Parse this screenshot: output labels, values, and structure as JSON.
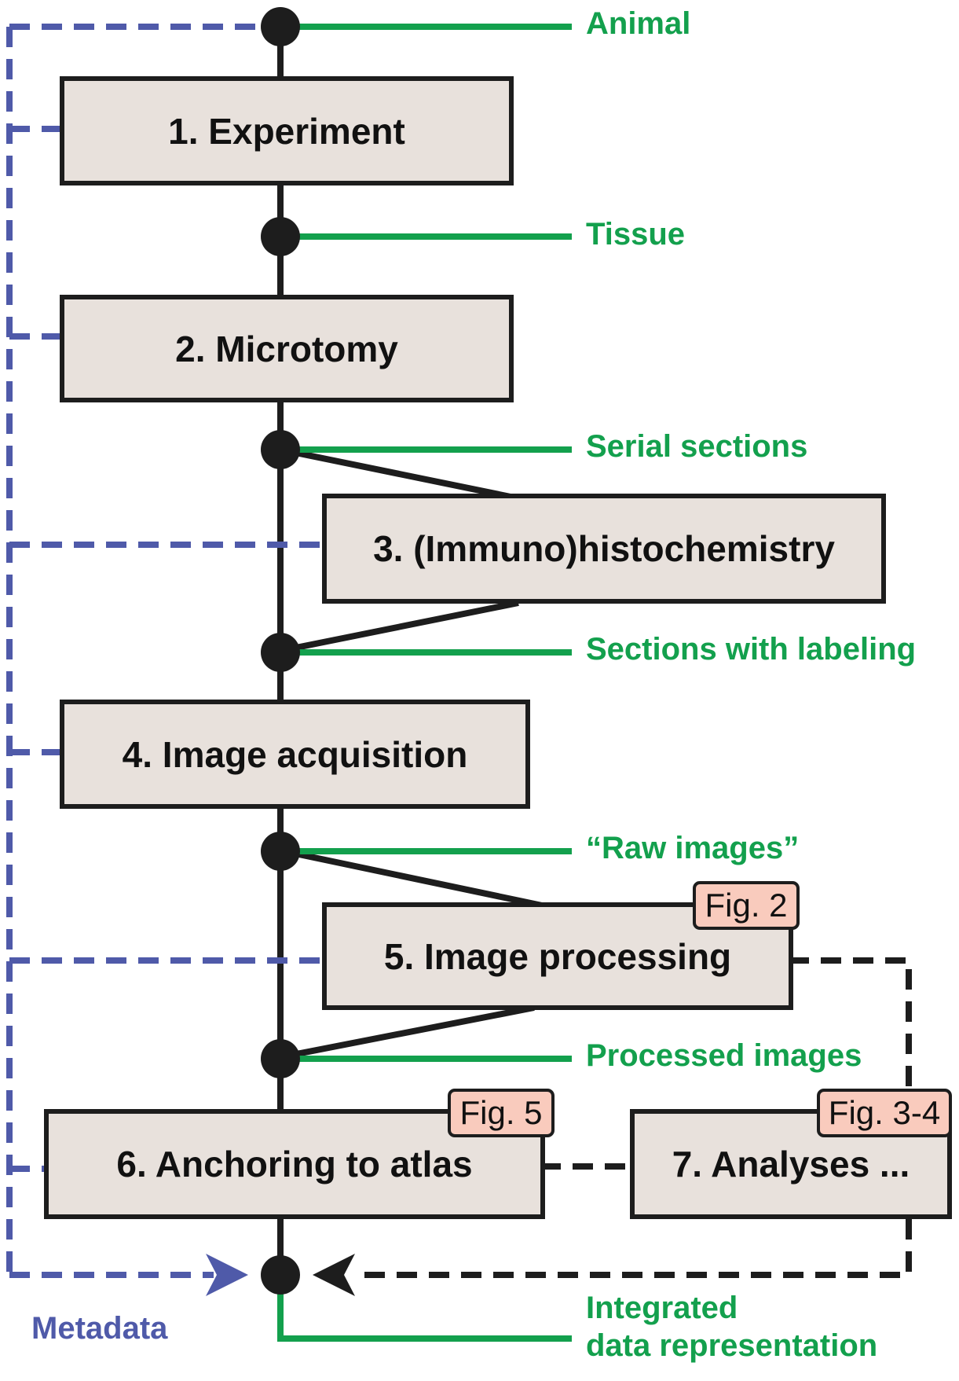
{
  "colors": {
    "process": "#1d1d1d",
    "output": "#13a04d",
    "metadata": "#4f5aa9",
    "box_fill": "#e8e1dc",
    "figure_tag_fill": "#f9cbbd"
  },
  "steps": [
    {
      "label": "1. Experiment"
    },
    {
      "label": "2. Microtomy"
    },
    {
      "label": "3. (Immuno)histochemistry"
    },
    {
      "label": "4. Image acquisition"
    },
    {
      "label": "5. Image processing",
      "figure_ref": "Fig. 2"
    },
    {
      "label": "6. Anchoring to atlas",
      "figure_ref": "Fig. 5"
    },
    {
      "label": "7. Analyses ...",
      "figure_ref": "Fig. 3-4"
    }
  ],
  "outputs": [
    {
      "label": "Animal"
    },
    {
      "label": "Tissue"
    },
    {
      "label": "Serial sections"
    },
    {
      "label": "Sections with labeling"
    },
    {
      "label": "“Raw images”"
    },
    {
      "label": "Processed images"
    },
    {
      "line1": "Integrated",
      "line2": "data representation"
    }
  ],
  "metadata_label": "Metadata"
}
